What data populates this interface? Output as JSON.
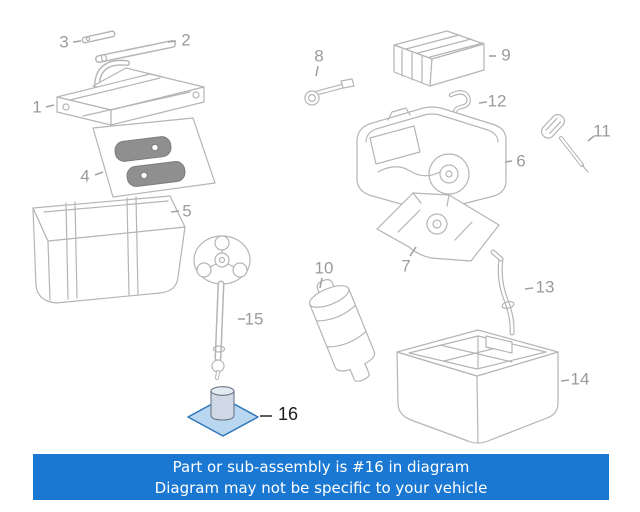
{
  "diagram": {
    "highlighted_part": "16",
    "callouts": [
      {
        "label": "1"
      },
      {
        "label": "2"
      },
      {
        "label": "3"
      },
      {
        "label": "4"
      },
      {
        "label": "5"
      },
      {
        "label": "6"
      },
      {
        "label": "7"
      },
      {
        "label": "8"
      },
      {
        "label": "9"
      },
      {
        "label": "10"
      },
      {
        "label": "11"
      },
      {
        "label": "12"
      },
      {
        "label": "13"
      },
      {
        "label": "14"
      },
      {
        "label": "15"
      },
      {
        "label": "16"
      }
    ]
  },
  "banner": {
    "line1": "Part or sub-assembly is #16 in diagram",
    "line2": "Diagram may not be specific to your vehicle"
  },
  "colors": {
    "banner_bg": "#1a78d2",
    "banner_text": "#ffffff",
    "highlight_fill": "#b9d7f1",
    "highlight_stroke": "#2e77bb",
    "line_art": "#b5b5b5",
    "callout_text": "#9b9b9b"
  }
}
